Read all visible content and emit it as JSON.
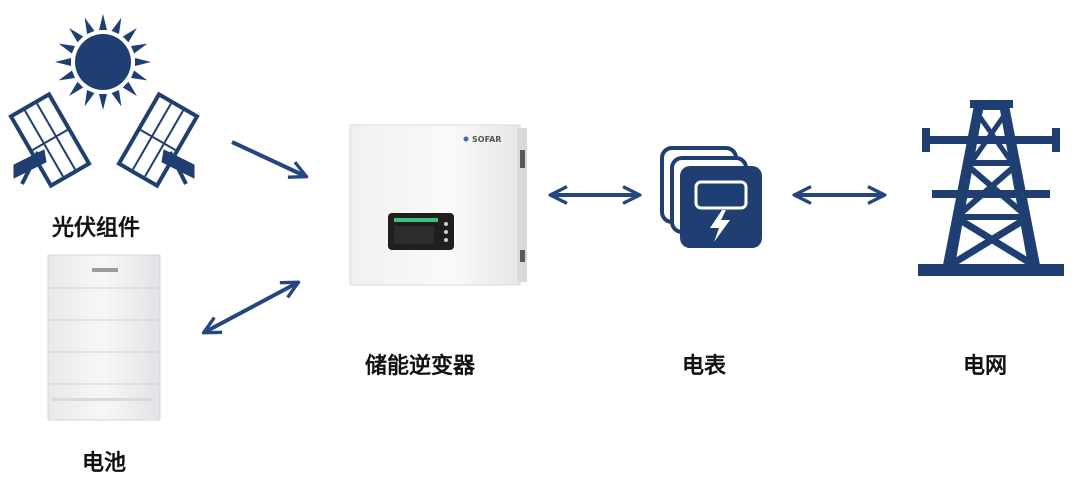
{
  "labels": {
    "pv": "光伏组件",
    "battery": "电池",
    "inverter": "储能逆变器",
    "meter": "电表",
    "grid": "电网"
  },
  "inverter_logo": "SOFAR",
  "colors": {
    "accent": "#1f3f73",
    "arrow": "#24477f",
    "inverter_body": "#f4f4f4",
    "display_green": "#3cc27a"
  },
  "icons": {
    "sun": "sun-icon",
    "solar_panels": "solar-panel-icon",
    "battery": "battery-cabinet-icon",
    "inverter": "inverter-icon",
    "meter": "electric-meter-icon",
    "grid": "transmission-tower-icon"
  }
}
